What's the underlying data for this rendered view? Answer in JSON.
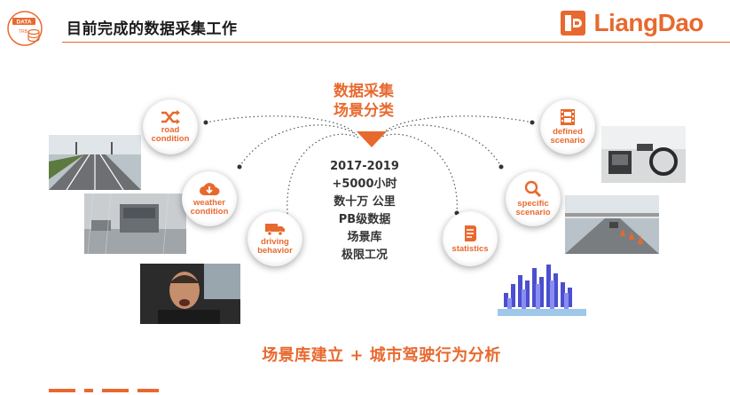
{
  "header": {
    "badge_text_top": "DATA",
    "badge_text_bottom": "TRB",
    "title": "目前完成的数据采集工作",
    "brand_name": "LiangDao"
  },
  "center": {
    "title_line1": "数据采集",
    "title_line2": "场景分类",
    "stats": [
      "2017-2019",
      "+5000小时",
      "数十万 公里",
      "PB级数据",
      "场景库",
      "极限工况"
    ]
  },
  "categories": {
    "road_condition": {
      "line1": "road",
      "line2": "condition",
      "icon": "shuffle-icon"
    },
    "weather_condition": {
      "line1": "weather",
      "line2": "condition",
      "icon": "cloud-download-icon"
    },
    "driving_behavior": {
      "line1": "driving",
      "line2": "behavior",
      "icon": "truck-icon"
    },
    "statistics": {
      "line1": "statistics",
      "icon": "scroll-icon"
    },
    "specific_scenario": {
      "line1": "specific",
      "line2": "scenario",
      "icon": "magnifier-icon"
    },
    "defined_scenario": {
      "line1": "defined",
      "line2": "scenario",
      "icon": "film-icon"
    }
  },
  "bottom": {
    "summary": "场景库建立 + 城市驾驶行为分析"
  },
  "colors": {
    "accent": "#e8692e",
    "text": "#333333"
  }
}
